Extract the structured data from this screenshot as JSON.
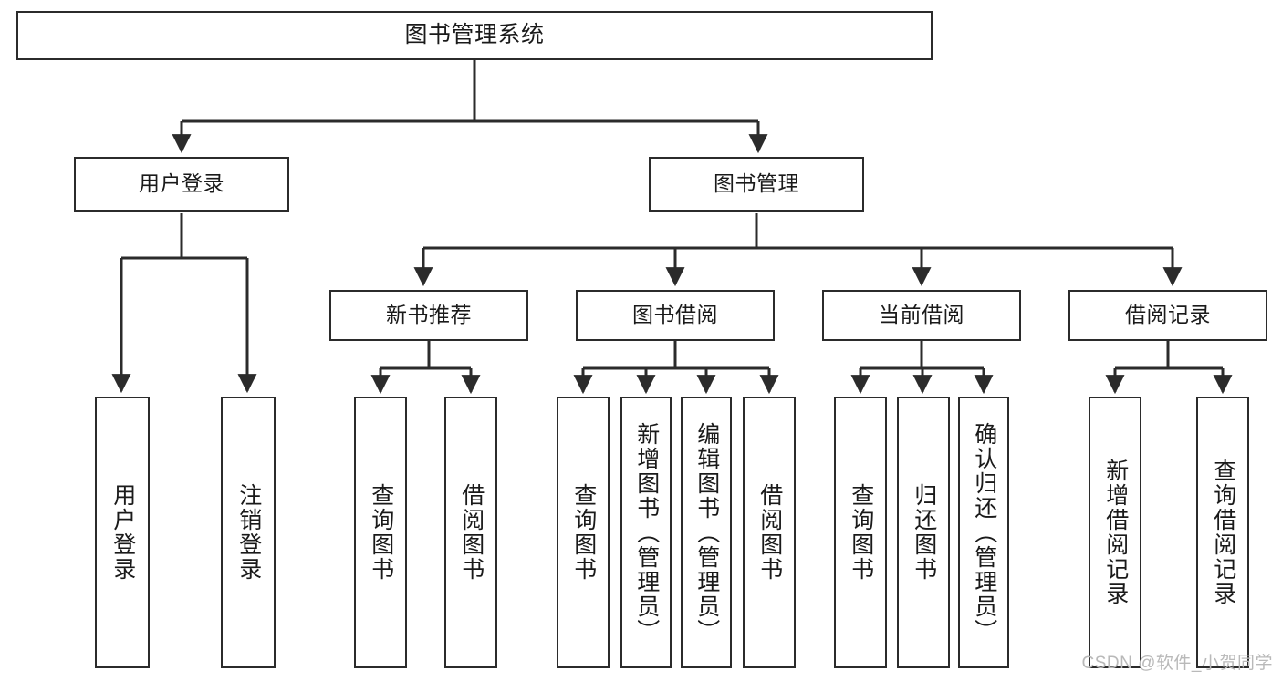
{
  "diagram": {
    "type": "tree",
    "title": "图书管理系统",
    "orientation": "top-down",
    "style": {
      "box_border_color": "#2b2b2b",
      "box_fill_color": "#ffffff",
      "edge_color": "#2b2b2b",
      "text_color": "#1a1a1a",
      "background": "#ffffff"
    },
    "levels": [
      {
        "level": 0,
        "nodes": [
          {
            "id": "root",
            "label": "图书管理系统",
            "orientation": "horizontal"
          }
        ]
      },
      {
        "level": 1,
        "nodes": [
          {
            "id": "login",
            "label": "用户登录",
            "orientation": "horizontal",
            "parent": "root"
          },
          {
            "id": "bookmgmt",
            "label": "图书管理",
            "orientation": "horizontal",
            "parent": "root"
          }
        ]
      },
      {
        "level": 2,
        "nodes": [
          {
            "id": "newbook",
            "label": "新书推荐",
            "orientation": "horizontal",
            "parent": "bookmgmt"
          },
          {
            "id": "borrow",
            "label": "图书借阅",
            "orientation": "horizontal",
            "parent": "bookmgmt"
          },
          {
            "id": "current",
            "label": "当前借阅",
            "orientation": "horizontal",
            "parent": "bookmgmt"
          },
          {
            "id": "records",
            "label": "借阅记录",
            "orientation": "horizontal",
            "parent": "bookmgmt"
          }
        ]
      },
      {
        "level": 3,
        "nodes": [
          {
            "id": "leaf-user-login",
            "label": "用户登录",
            "orientation": "vertical",
            "parent": "login"
          },
          {
            "id": "leaf-user-logout",
            "label": "注销登录",
            "orientation": "vertical",
            "parent": "login"
          },
          {
            "id": "leaf-nb-query",
            "label": "查询图书",
            "orientation": "vertical",
            "parent": "newbook"
          },
          {
            "id": "leaf-nb-borrow",
            "label": "借阅图书",
            "orientation": "vertical",
            "parent": "newbook"
          },
          {
            "id": "leaf-br-query",
            "label": "查询图书",
            "orientation": "vertical",
            "parent": "borrow"
          },
          {
            "id": "leaf-br-add",
            "label": "新增图书（管理员）",
            "orientation": "vertical",
            "parent": "borrow"
          },
          {
            "id": "leaf-br-edit",
            "label": "编辑图书（管理员）",
            "orientation": "vertical",
            "parent": "borrow"
          },
          {
            "id": "leaf-br-borrow",
            "label": "借阅图书",
            "orientation": "vertical",
            "parent": "borrow"
          },
          {
            "id": "leaf-cu-query",
            "label": "查询图书",
            "orientation": "vertical",
            "parent": "current"
          },
          {
            "id": "leaf-cu-return",
            "label": "归还图书",
            "orientation": "vertical",
            "parent": "current"
          },
          {
            "id": "leaf-cu-confirm",
            "label": "确认归还（管理员）",
            "orientation": "vertical",
            "parent": "current"
          },
          {
            "id": "leaf-rc-add",
            "label": "新增借阅记录",
            "orientation": "vertical",
            "parent": "records"
          },
          {
            "id": "leaf-rc-query",
            "label": "查询借阅记录",
            "orientation": "vertical",
            "parent": "records"
          }
        ]
      }
    ]
  },
  "watermark": {
    "text": "CSDN @软件_小贺同学"
  }
}
